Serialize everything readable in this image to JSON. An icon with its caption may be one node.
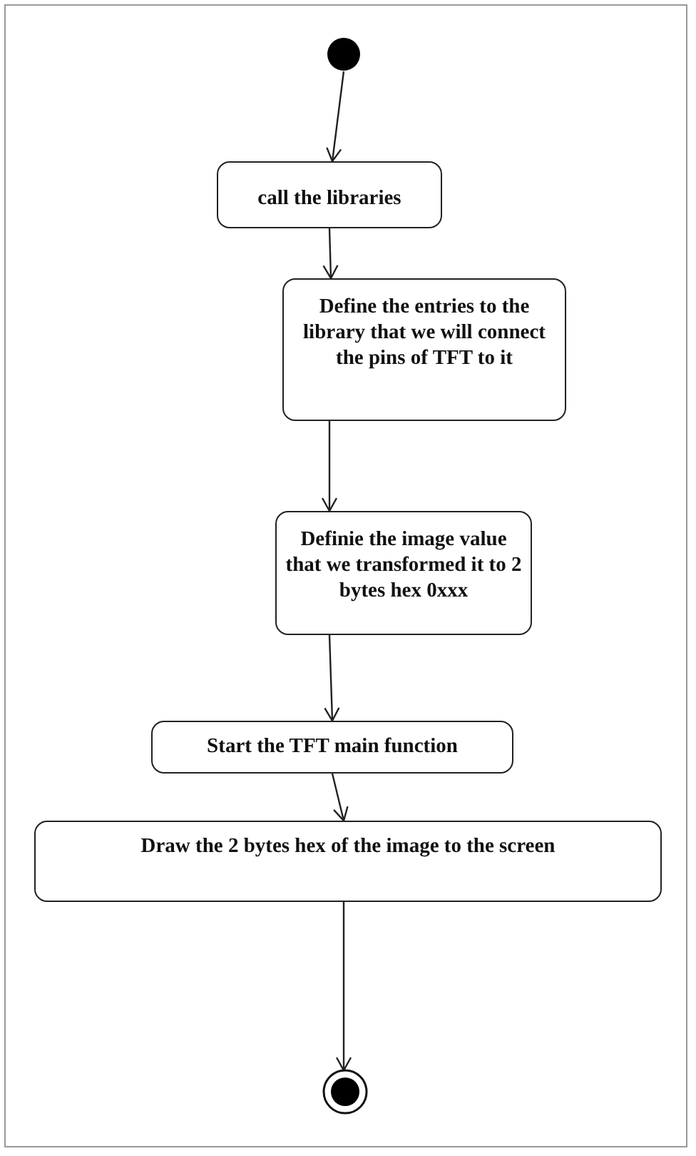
{
  "diagram": {
    "nodes": [
      {
        "text": [],
        "shape": "circle"
      },
      {
        "text": [
          "call the libraries"
        ]
      },
      {
        "text": [
          "Define the entries to the library that we will connect the pins of TFT to it"
        ]
      },
      {
        "text": [
          "Definie the image value that we transformed it to 2 bytes hex 0xxx"
        ]
      },
      {
        "text": [
          "Start the TFT main function"
        ]
      },
      {
        "text": [
          "Draw the 2 bytes hex of the image to the screen"
        ]
      },
      {
        "text": [],
        "shape": "bullseye"
      }
    ],
    "edges": [
      {
        "from": 0,
        "to": 1,
        "arrow": "to"
      },
      {
        "from": 1,
        "to": 2,
        "arrow": "to"
      },
      {
        "from": 2,
        "to": 3,
        "arrow": "to"
      },
      {
        "from": 3,
        "to": 4,
        "arrow": "to"
      },
      {
        "from": 4,
        "to": 5,
        "arrow": "to"
      },
      {
        "from": 5,
        "to": 6,
        "arrow": "to"
      }
    ]
  }
}
